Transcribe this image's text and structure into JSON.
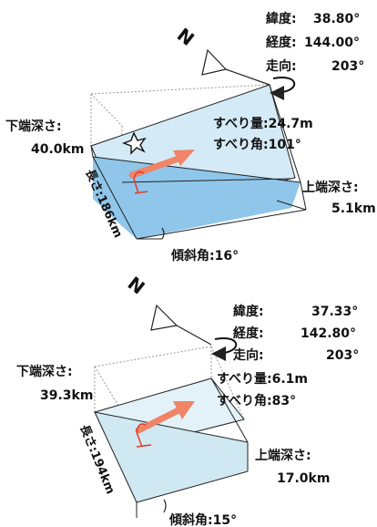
{
  "models": [
    {
      "latitude_label": "緯度:",
      "latitude_value": "38.80°",
      "longitude_label": "経度:",
      "longitude_value": "144.00°",
      "strike_label": "走向:",
      "strike_value": "203°",
      "bottom_depth_label": "下端深さ:",
      "bottom_depth_value": "40.0km",
      "top_depth_label": "上端深さ:",
      "top_depth_value": "5.1km",
      "slip_amount": "すべり量:24.7m",
      "slip_angle": "すべり角:101°",
      "length": "長さ:186km",
      "dip": "傾斜角:16°",
      "north": "N"
    },
    {
      "latitude_label": "緯度:",
      "latitude_value": "37.33°",
      "longitude_label": "経度:",
      "longitude_value": "142.80°",
      "strike_label": "走向:",
      "strike_value": "203°",
      "bottom_depth_label": "下端深さ:",
      "bottom_depth_value": "39.3km",
      "top_depth_label": "上端深さ:",
      "top_depth_value": "17.0km",
      "slip_amount": "すべり量:6.1m",
      "slip_angle": "すべり角:83°",
      "length": "長さ:194km",
      "dip": "傾斜角:15°",
      "north": "N"
    }
  ],
  "colors": {
    "plane_top": "#cfe8f5",
    "plane_side": "#8fc6ea",
    "plane_light": "#e3f2f9",
    "arrow": "#f08466",
    "outline": "#222222",
    "dotted": "#9a9a9a"
  },
  "icons": [
    "north-arrow-icon",
    "epicenter-star-icon",
    "strike-curved-arrow-icon",
    "slip-arrow-icon",
    "rake-angle-arc-icon"
  ]
}
